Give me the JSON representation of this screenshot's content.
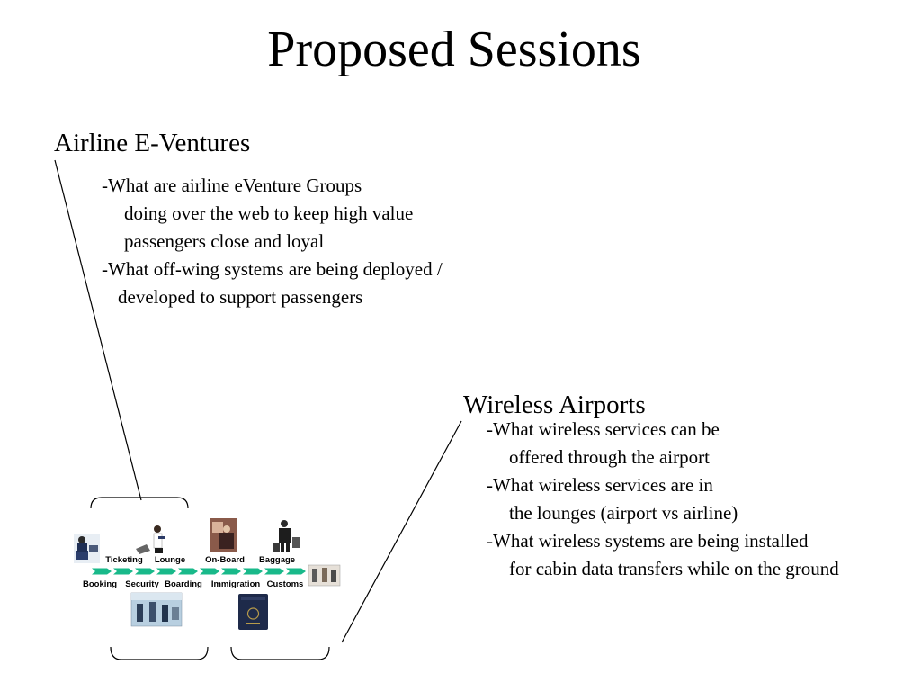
{
  "title": "Proposed Sessions",
  "sessions": [
    {
      "heading": "Airline E-Ventures",
      "bullets": [
        [
          "-What are airline eVenture Groups",
          "doing over the web to keep high value",
          "passengers close and loyal"
        ],
        [
          "-What off-wing systems are being deployed /",
          "developed to support passengers"
        ]
      ]
    },
    {
      "heading": "Wireless Airports",
      "bullets": [
        [
          "-What wireless services can be",
          "offered through the airport"
        ],
        [
          "-What wireless services are in",
          "the lounges (airport vs airline)"
        ],
        [
          "-What wireless systems are being installed",
          "for cabin data transfers while on the ground"
        ]
      ]
    }
  ],
  "journey": {
    "top_labels": [
      "Ticketing",
      "Lounge",
      "On-Board",
      "Baggage"
    ],
    "bottom_labels": [
      "Booking",
      "Security",
      "Boarding",
      "Immigration",
      "Customs"
    ],
    "arrow_color": "#19b98a",
    "photos": [
      "traveler-at-computer-photo",
      "businessman-with-laptop-photo",
      "onboard-passenger-photo",
      "baggage-traveler-photo",
      "customs-check-photo",
      "security-checkpoint-photo",
      "passport-photo"
    ]
  }
}
